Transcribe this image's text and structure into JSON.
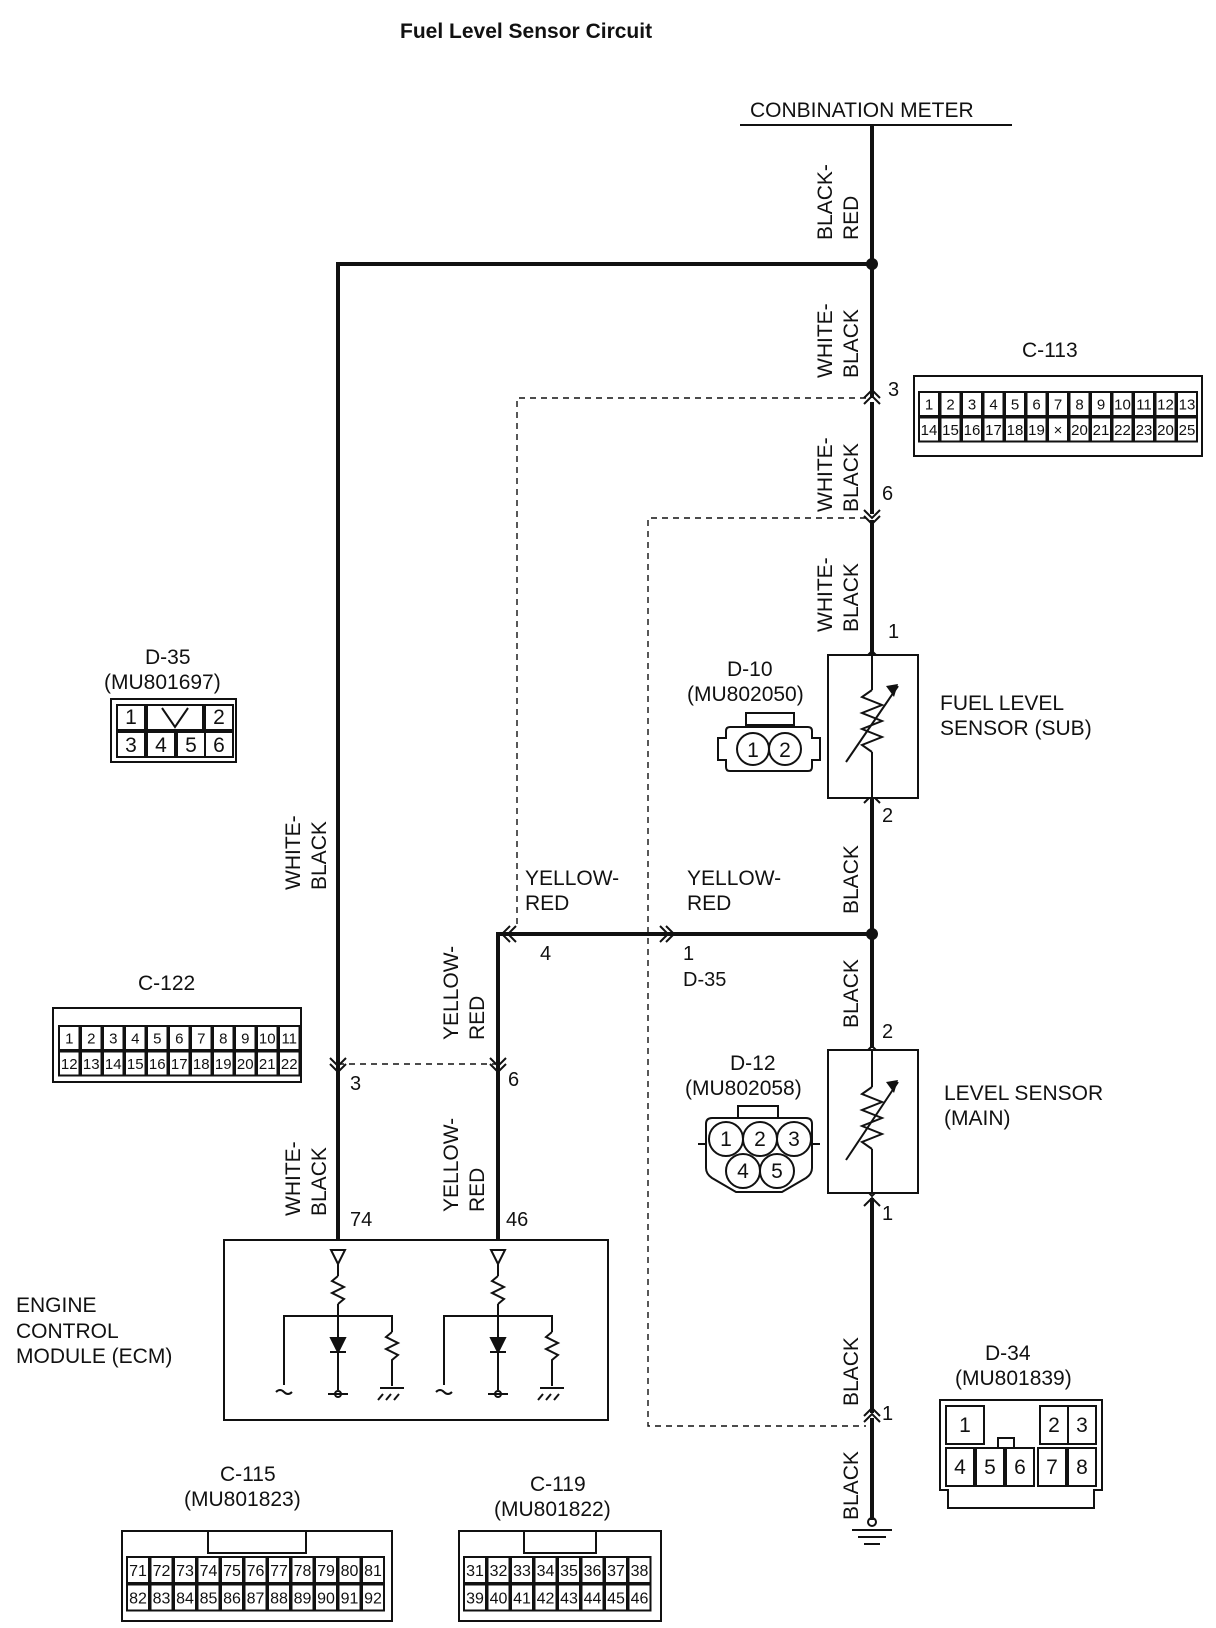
{
  "title": "Fuel Level Sensor Circuit",
  "components": {
    "meter": "CONBINATION METER",
    "fuel_sub": [
      "FUEL LEVEL",
      "SENSOR (SUB)"
    ],
    "level_main": [
      "LEVEL SENSOR",
      "(MAIN)"
    ],
    "ecm": [
      "ENGINE",
      "CONTROL",
      "MODULE (ECM)"
    ]
  },
  "wire_labels": {
    "black_red": [
      "BLACK-",
      "RED"
    ],
    "white_black": [
      "WHITE-",
      "BLACK"
    ],
    "black": "BLACK",
    "yellow_red": [
      "YELLOW-",
      "RED"
    ]
  },
  "pins": {
    "c113": "3",
    "c113_6": "6",
    "d10_1": "1",
    "d10_2": "2",
    "d12_2": "2",
    "d12_1": "1",
    "d34_1": "1",
    "d35_4": "4",
    "d35_1": "1",
    "d35_name": "D-35",
    "c122_3": "3",
    "c122_6": "6",
    "ecm_74": "74",
    "ecm_46": "46"
  },
  "connectors": {
    "c113": {
      "name": "C-113",
      "row1": [
        "1",
        "2",
        "3",
        "4",
        "5",
        "6",
        "7",
        "8",
        "9",
        "10",
        "11",
        "12",
        "13"
      ],
      "row2": [
        "14",
        "15",
        "16",
        "17",
        "18",
        "19",
        "×",
        "20",
        "21",
        "22",
        "23",
        "20",
        "25"
      ]
    },
    "d35": {
      "name": "D-35",
      "part": "(MU801697)",
      "row1": [
        "1",
        "",
        "2"
      ],
      "row2": [
        "3",
        "4",
        "5",
        "6"
      ]
    },
    "d10": {
      "name": "D-10",
      "part": "(MU802050)",
      "pins": [
        "1",
        "2"
      ]
    },
    "d12": {
      "name": "D-12",
      "part": "(MU802058)",
      "pins": [
        "1",
        "2",
        "3",
        "4",
        "5"
      ]
    },
    "c122": {
      "name": "C-122",
      "row1": [
        "1",
        "2",
        "3",
        "4",
        "5",
        "6",
        "7",
        "8",
        "9",
        "10",
        "11"
      ],
      "row2": [
        "12",
        "13",
        "14",
        "15",
        "16",
        "17",
        "18",
        "19",
        "20",
        "21",
        "22"
      ]
    },
    "d34": {
      "name": "D-34",
      "part": "(MU801839)",
      "row1": [
        "1",
        "2",
        "3"
      ],
      "row2": [
        "4",
        "5",
        "6",
        "7",
        "8"
      ]
    },
    "c115": {
      "name": "C-115",
      "part": "(MU801823)",
      "row1": [
        "71",
        "72",
        "73",
        "74",
        "75",
        "76",
        "77",
        "78",
        "79",
        "80",
        "81"
      ],
      "row2": [
        "82",
        "83",
        "84",
        "85",
        "86",
        "87",
        "88",
        "89",
        "90",
        "91",
        "92"
      ]
    },
    "c119": {
      "name": "C-119",
      "part": "(MU801822)",
      "row1": [
        "31",
        "32",
        "33",
        "34",
        "35",
        "36",
        "37",
        "38"
      ],
      "row2": [
        "39",
        "40",
        "41",
        "42",
        "43",
        "44",
        "45",
        "46"
      ]
    }
  }
}
